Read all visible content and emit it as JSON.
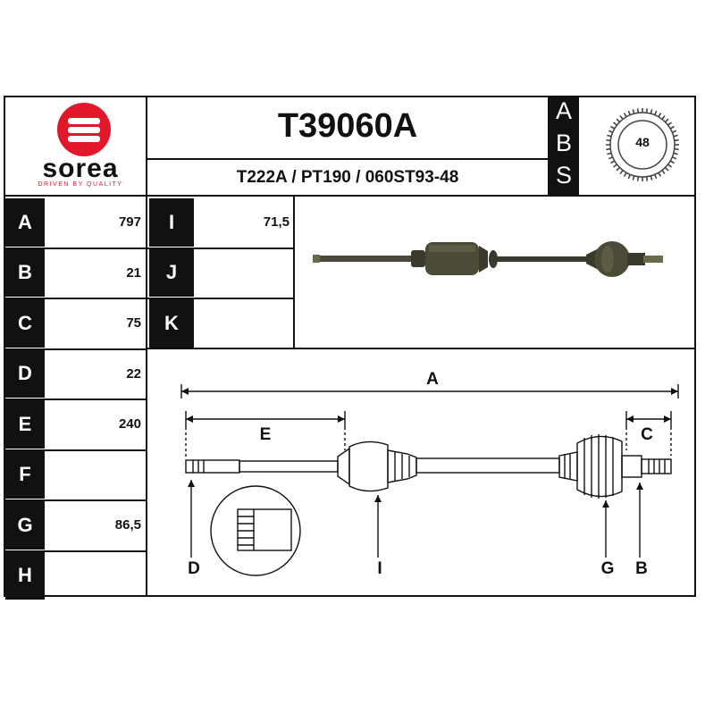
{
  "header": {
    "part_number": "T39060A",
    "cross_refs": "T222A / PT190 / 060ST93-48",
    "abs_letters": [
      "A",
      "B",
      "S"
    ],
    "abs_teeth": "48"
  },
  "logo": {
    "brand": "sorea",
    "tagline": "DRIVEN BY QUALITY"
  },
  "dimensions_left": [
    {
      "key": "A",
      "value": "797"
    },
    {
      "key": "B",
      "value": "21"
    },
    {
      "key": "C",
      "value": "75"
    },
    {
      "key": "D",
      "value": "22"
    },
    {
      "key": "E",
      "value": "240"
    },
    {
      "key": "F",
      "value": ""
    },
    {
      "key": "G",
      "value": "86,5"
    },
    {
      "key": "H",
      "value": ""
    }
  ],
  "dimensions_mid": [
    {
      "key": "I",
      "value": "71,5"
    },
    {
      "key": "J",
      "value": ""
    },
    {
      "key": "K",
      "value": ""
    }
  ],
  "diagram_labels": {
    "A": "A",
    "E": "E",
    "C": "C",
    "D": "D",
    "I": "I",
    "G": "G",
    "B": "B"
  },
  "colors": {
    "frame": "#111111",
    "logo_red": "#e3172a",
    "shaft_dark": "#3a3a2c",
    "shaft_mid": "#6b6a4f"
  }
}
